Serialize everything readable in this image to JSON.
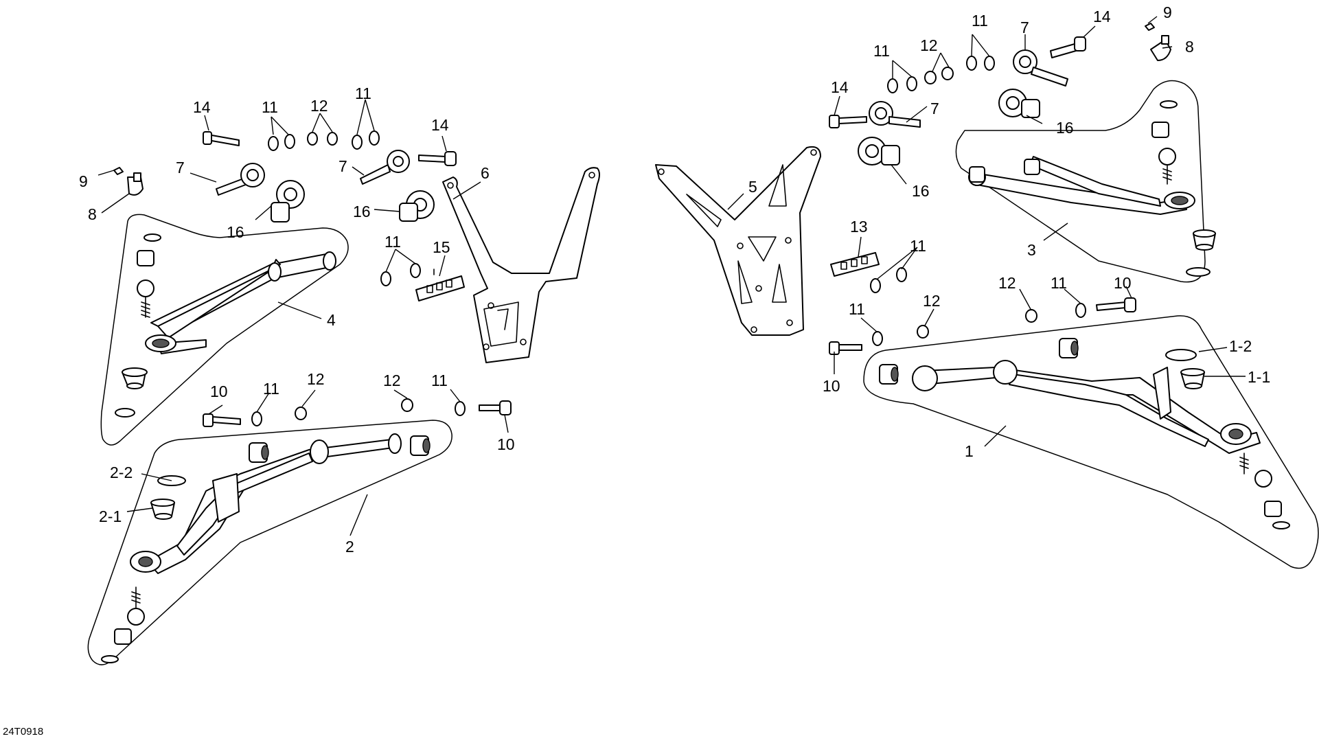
{
  "diagram_code": "24T0918",
  "callouts": {
    "c1": "1",
    "c1_1": "1-1",
    "c1_2": "1-2",
    "c2": "2",
    "c2_1": "2-1",
    "c2_2": "2-2",
    "c3": "3",
    "c4": "4",
    "c5": "5",
    "c6": "6",
    "c7": "7",
    "c8": "8",
    "c9": "9",
    "c10": "10",
    "c11": "11",
    "c12": "12",
    "c13": "13",
    "c14": "14",
    "c15": "15",
    "c16": "16"
  }
}
